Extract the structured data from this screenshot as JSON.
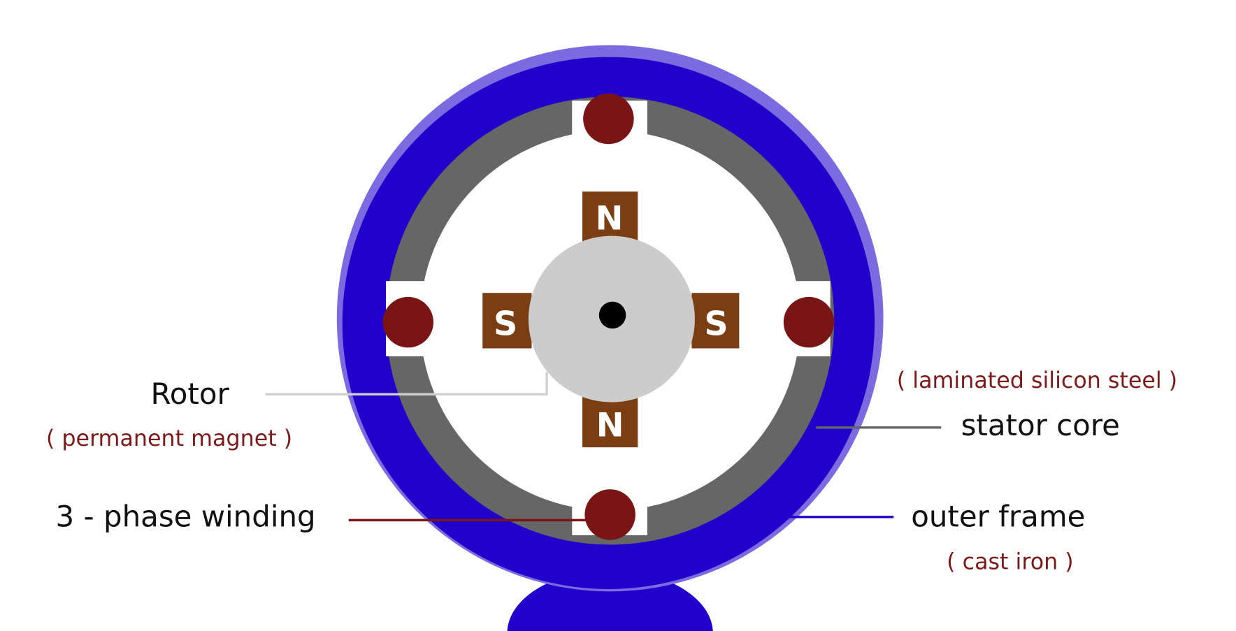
{
  "diagram": {
    "poles": {
      "top": "N",
      "left": "S",
      "right": "S",
      "bottom": "N"
    },
    "labels": {
      "rotor": "Rotor",
      "rotor_sub": "( permanent magnet )",
      "winding": "3 - phase winding",
      "stator_sub": "( laminated silicon steel )",
      "stator": "stator core",
      "frame": "outer frame",
      "frame_sub": "( cast iron )"
    },
    "colors": {
      "frame_outer": "#7b6ae0",
      "frame": "#2200cc",
      "stator": "#666666",
      "winding": "#7a1515",
      "magnet": "#7a3e12",
      "rotor": "#cccccc",
      "label_sub": "#7a1a1a"
    }
  }
}
